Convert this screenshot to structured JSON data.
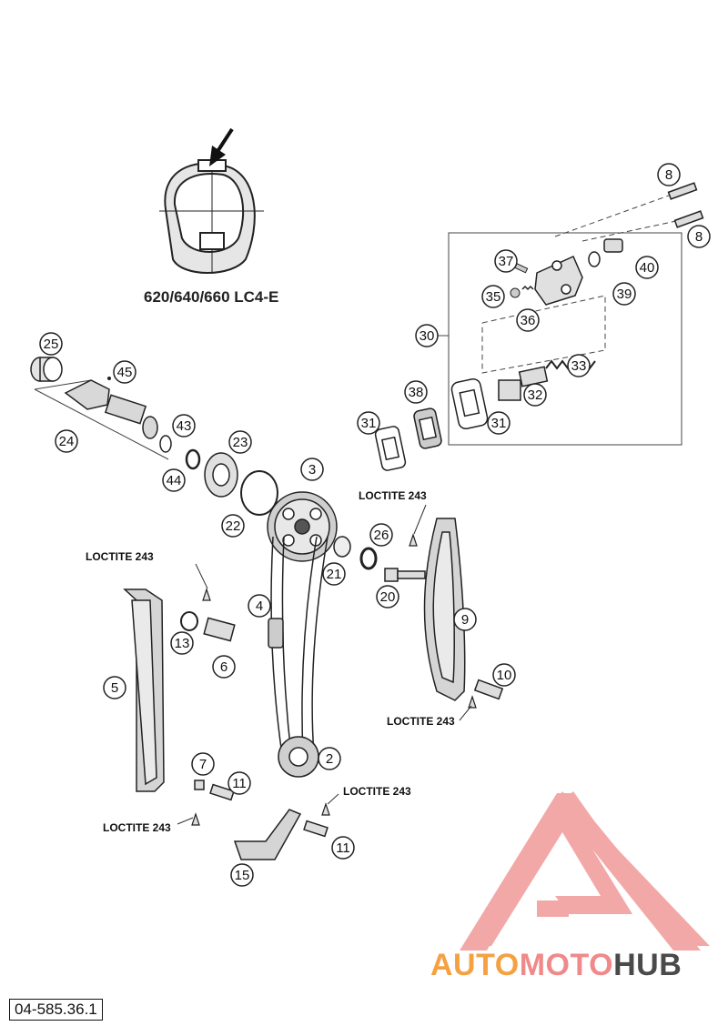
{
  "model_label": "620/640/660 LC4-E",
  "doc_number": "04-585.36.1",
  "brand": {
    "part1": "AUTO",
    "part2": "MOTO",
    "part3": "HUB",
    "color1": "#f5a142",
    "color2": "#f08a8a",
    "color3": "#4a4a4a",
    "logo_color": "#f29a9a"
  },
  "annotations": [
    "LOCTITE 243",
    "LOCTITE 243",
    "LOCTITE 243",
    "LOCTITE 243",
    "LOCTITE 243"
  ],
  "callouts": [
    "8",
    "8",
    "40",
    "37",
    "39",
    "35",
    "36",
    "30",
    "33",
    "32",
    "31",
    "38",
    "31",
    "25",
    "45",
    "24",
    "43",
    "44",
    "23",
    "22",
    "3",
    "21",
    "26",
    "20",
    "4",
    "13",
    "6",
    "9",
    "10",
    "5",
    "7",
    "11",
    "2",
    "11",
    "15"
  ]
}
